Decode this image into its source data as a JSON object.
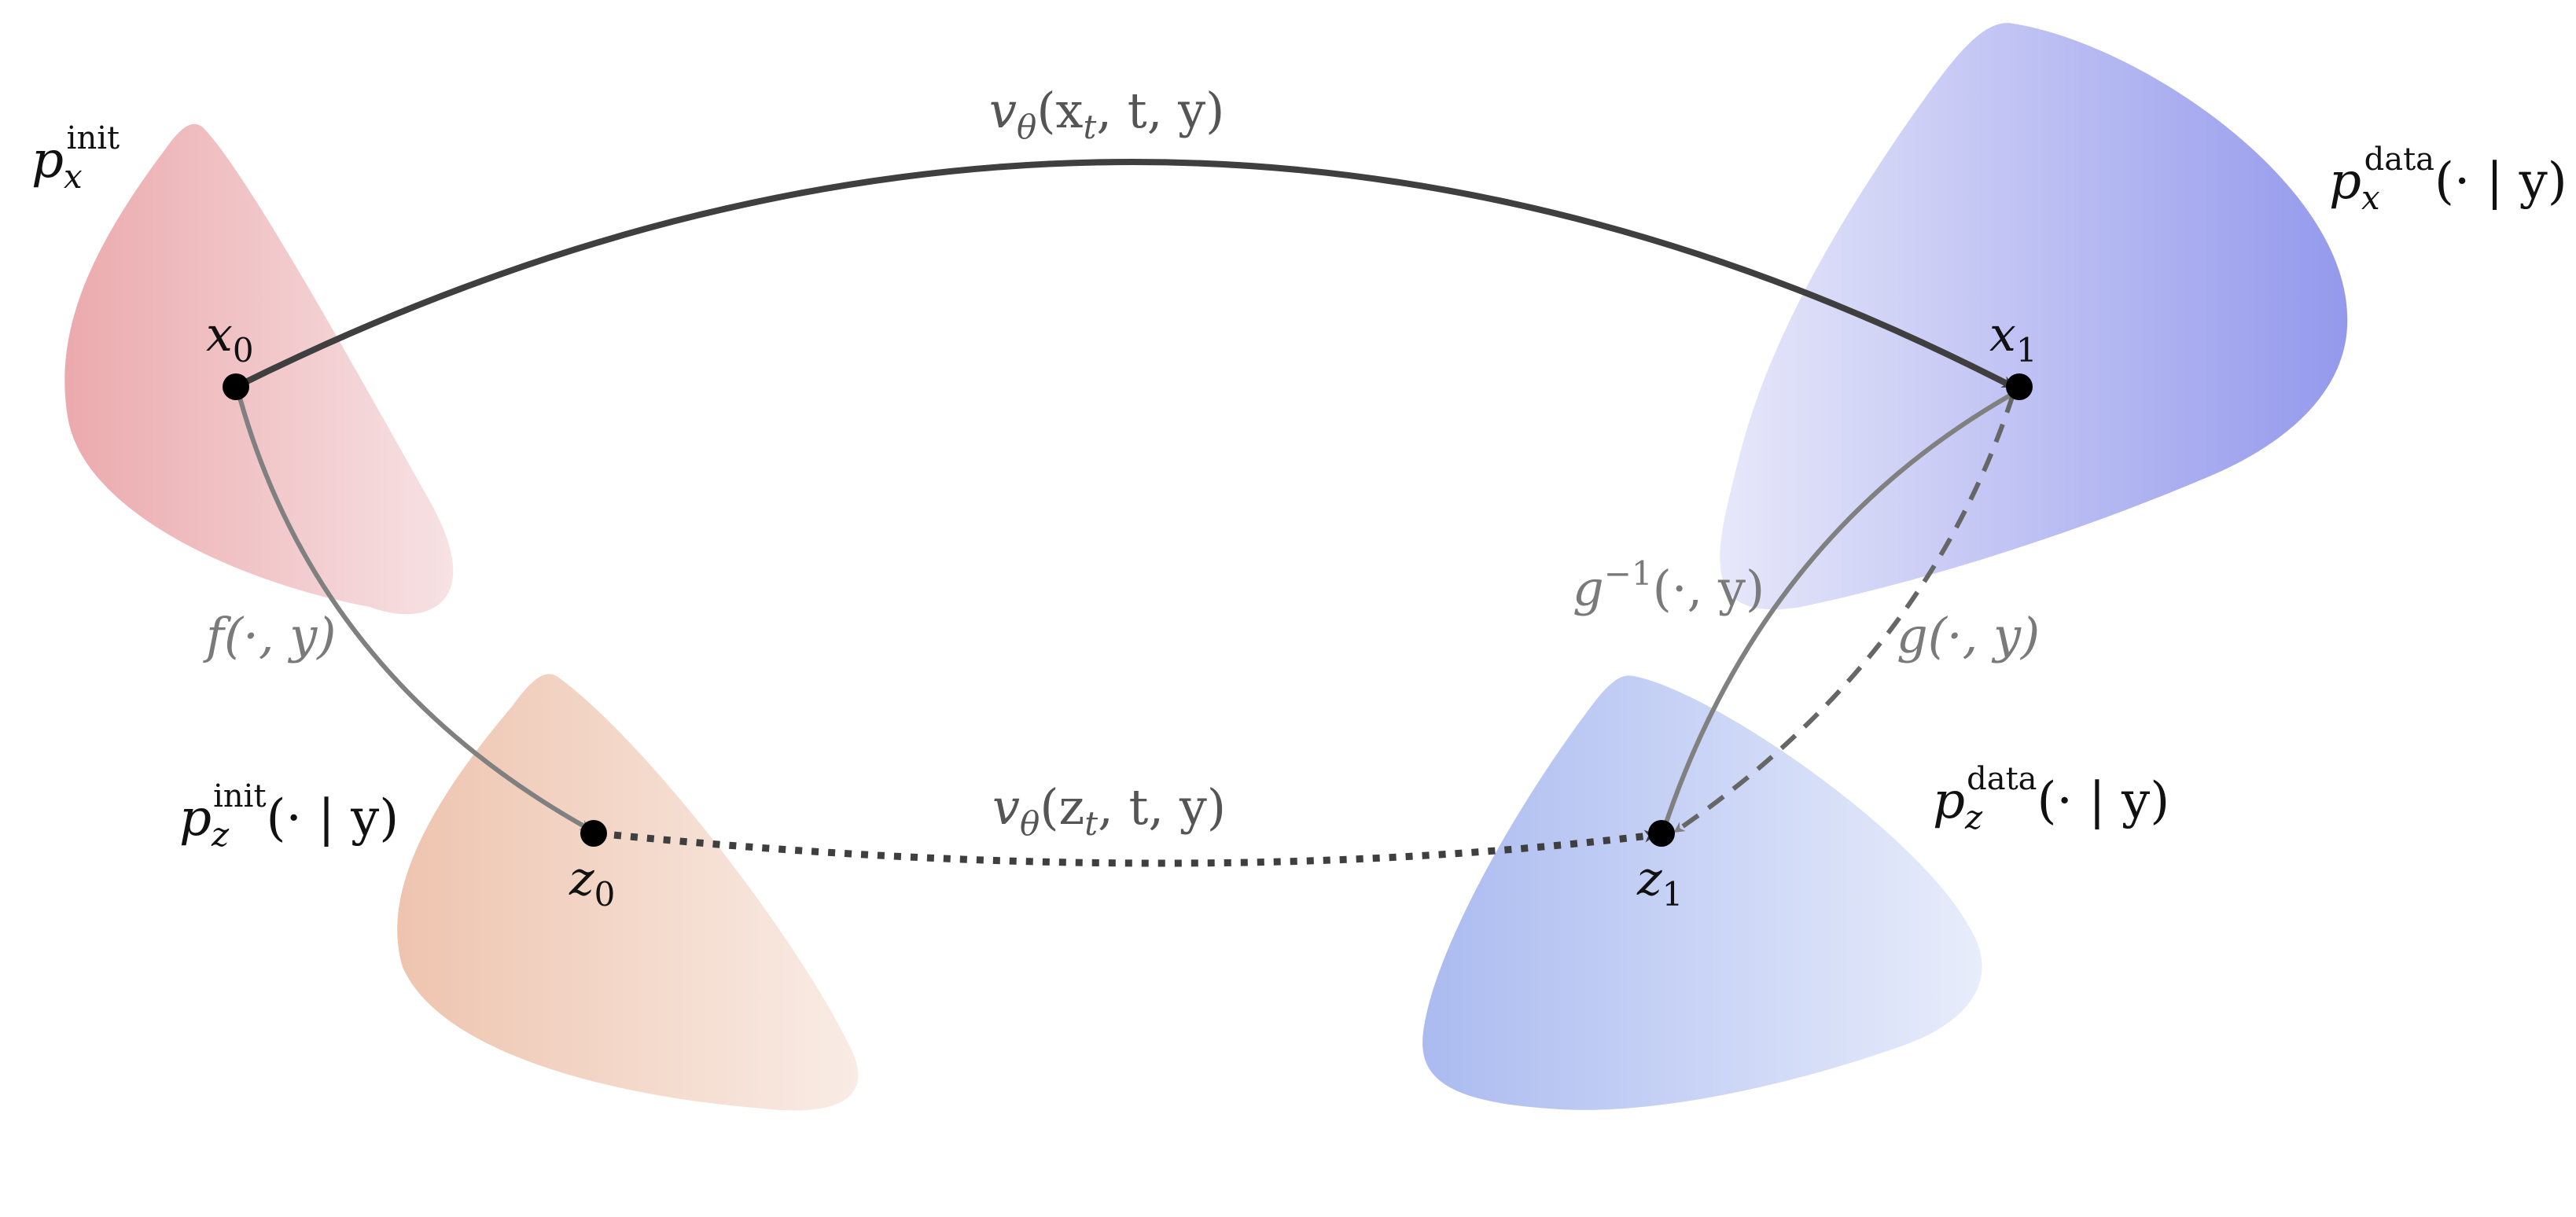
{
  "colors": {
    "edge_dark": "#3f3f3f",
    "edge_gray": "#808080",
    "label_black": "#111111",
    "label_gray": "#7a7a7a"
  },
  "regions": [
    {
      "id": "px_init",
      "name": "p",
      "sub": "x",
      "sup": "init",
      "args": "",
      "color_from": "#ebaaad",
      "color_to": "#f7e2e4"
    },
    {
      "id": "pz_init",
      "name": "p",
      "sub": "z",
      "sup": "init",
      "args": "(· | y)",
      "color_from": "#eec4af",
      "color_to": "#f9ece5"
    },
    {
      "id": "px_data",
      "name": "p",
      "sub": "x",
      "sup": "data",
      "args": "(· | y)",
      "color_from": "#e7e8fa",
      "color_to": "#9499ec"
    },
    {
      "id": "pz_data",
      "name": "p",
      "sub": "z",
      "sup": "data",
      "args": "(· | y)",
      "color_from": "#abbbf0",
      "color_to": "#e8edfb"
    }
  ],
  "nodes": [
    {
      "id": "x0",
      "base": "x",
      "sub": "0"
    },
    {
      "id": "z0",
      "base": "z",
      "sub": "0"
    },
    {
      "id": "x1",
      "base": "x",
      "sub": "1"
    },
    {
      "id": "z1",
      "base": "z",
      "sub": "1"
    }
  ],
  "edges": [
    {
      "id": "v_x",
      "from": "x0",
      "to": "x1",
      "style": "solid",
      "color": "dark",
      "label": {
        "base": "v",
        "sub": "θ",
        "args_pre": "(x",
        "args_sub": "t",
        "args_post": ", t, y)"
      }
    },
    {
      "id": "f",
      "from": "x0",
      "to": "z0",
      "style": "solid",
      "color": "gray",
      "label": {
        "text": "f(·, y)"
      }
    },
    {
      "id": "v_z",
      "from": "z0",
      "to": "z1",
      "style": "dotted",
      "color": "dark",
      "label": {
        "base": "v",
        "sub": "θ",
        "args_pre": "(z",
        "args_sub": "t",
        "args_post": ", t, y)"
      }
    },
    {
      "id": "g_inv",
      "from": "z1",
      "to": "x1",
      "style": "solid",
      "color": "gray",
      "label": {
        "base": "g",
        "sup": "−1",
        "args": "(·, y)"
      }
    },
    {
      "id": "g",
      "from": "x1",
      "to": "z1",
      "style": "dashed",
      "color": "gray",
      "label": {
        "text": "g(·, y)"
      }
    }
  ]
}
